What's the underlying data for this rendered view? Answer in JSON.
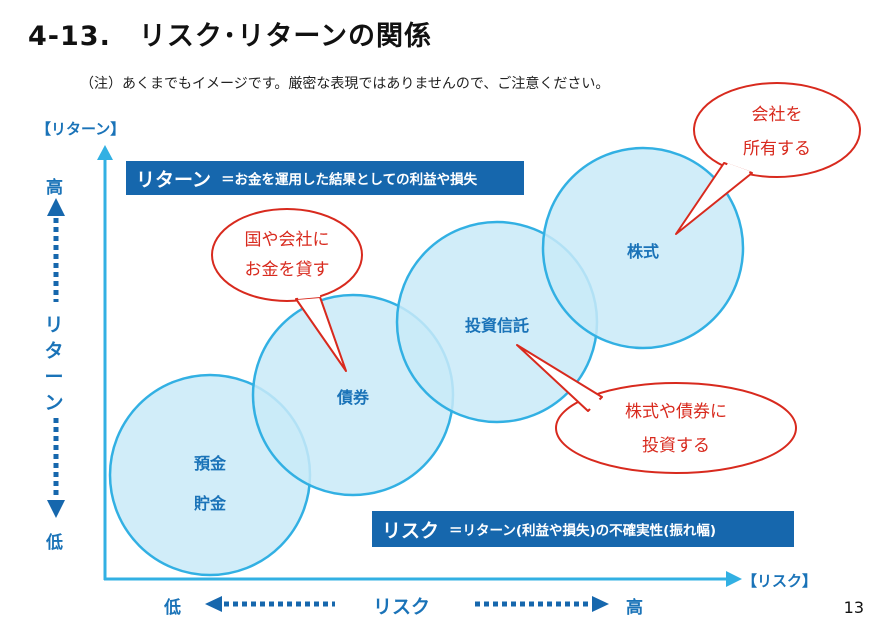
{
  "title": "4-13.　リスク･リターンの関係",
  "note": "（注）あくまでもイメージです。厳密な表現ではありませんので、ご注意ください。",
  "y_axis": {
    "label": "【リターン】",
    "high": "高",
    "low": "低",
    "name_chars": [
      "リ",
      "タ",
      "ー",
      "ン"
    ]
  },
  "x_axis": {
    "label": "【リスク】",
    "low": "低",
    "high": "高",
    "name": "リスク"
  },
  "return_box": {
    "term": "リターン",
    "definition": "＝お金を運用した結果としての利益や損失"
  },
  "risk_box": {
    "term": "リスク",
    "definition": "＝リターン(利益や損失)の不確実性(振れ幅)"
  },
  "circles": [
    {
      "line1": "預金",
      "line2": "貯金"
    },
    {
      "line1": "債券"
    },
    {
      "line1": "投資信託"
    },
    {
      "line1": "株式"
    }
  ],
  "callouts": {
    "bond": {
      "line1": "国や会社に",
      "line2": "お金を貸す"
    },
    "stock": {
      "line1": "会社を",
      "line2": "所有する"
    },
    "fund": {
      "line1": "株式や債券に",
      "line2": "投資する"
    }
  },
  "page_number": "13",
  "colors": {
    "blue": "#1a73b8",
    "circle_fill": "#c9eaf8",
    "circle_stroke": "#32b0e3",
    "red": "#d82a1e",
    "box": "#1667ad"
  }
}
